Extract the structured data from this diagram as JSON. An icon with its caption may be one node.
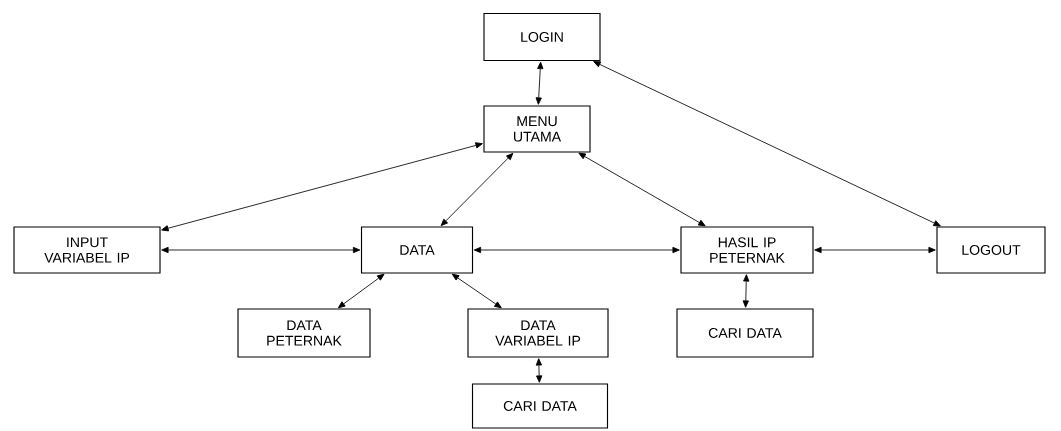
{
  "diagram": {
    "nodes": [
      {
        "text": [
          "LOGIN"
        ]
      },
      {
        "text": [
          "MENU UTAMA"
        ]
      },
      {
        "text": [
          "INPUT VARIABEL IP"
        ]
      },
      {
        "text": [
          "DATA"
        ]
      },
      {
        "text": [
          "HASIL IP PETERNAK"
        ]
      },
      {
        "text": [
          "LOGOUT"
        ]
      },
      {
        "text": [
          "DATA PETERNAK"
        ]
      },
      {
        "text": [
          "DATA VARIABEL IP"
        ]
      },
      {
        "text": [
          "CARI DATA"
        ]
      },
      {
        "text": [
          "CARI DATA"
        ]
      }
    ],
    "edges": [
      {
        "from": 0,
        "to": 1,
        "arrow": "both"
      },
      {
        "from": 1,
        "to": 2,
        "arrow": "both"
      },
      {
        "from": 1,
        "to": 3,
        "arrow": "both"
      },
      {
        "from": 1,
        "to": 4,
        "arrow": "both"
      },
      {
        "from": 0,
        "to": 5,
        "arrow": "both"
      },
      {
        "from": 2,
        "to": 3,
        "arrow": "both"
      },
      {
        "from": 3,
        "to": 4,
        "arrow": "both"
      },
      {
        "from": 4,
        "to": 5,
        "arrow": "both"
      },
      {
        "from": 3,
        "to": 6,
        "arrow": "both"
      },
      {
        "from": 3,
        "to": 7,
        "arrow": "both"
      },
      {
        "from": 4,
        "to": 8,
        "arrow": "both"
      },
      {
        "from": 7,
        "to": 9,
        "arrow": "both"
      }
    ]
  }
}
